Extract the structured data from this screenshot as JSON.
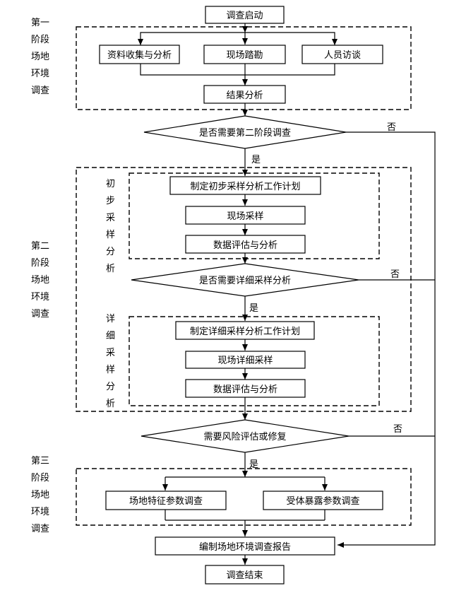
{
  "phase_labels": {
    "phase1": [
      "第一",
      "阶段",
      "场地",
      "环境",
      "调查"
    ],
    "phase2": [
      "第二",
      "阶段",
      "场地",
      "环境",
      "调查"
    ],
    "phase3": [
      "第三",
      "阶段",
      "场地",
      "环境",
      "调查"
    ]
  },
  "sub_labels": {
    "initial": [
      "初",
      "步",
      "采",
      "样",
      "分",
      "析"
    ],
    "detailed": [
      "详",
      "细",
      "采",
      "样",
      "分",
      "析"
    ]
  },
  "nodes": {
    "start": "调查启动",
    "collect": "资料收集与分析",
    "survey": "现场踏勘",
    "interview": "人员访谈",
    "result": "结果分析",
    "decision1": "是否需要第二阶段调查",
    "plan_initial": "制定初步采样分析工作计划",
    "sample": "现场采样",
    "eval1": "数据评估与分析",
    "decision2": "是否需要详细采样分析",
    "plan_detailed": "制定详细采样分析工作计划",
    "sample_detailed": "现场详细采样",
    "eval2": "数据评估与分析",
    "decision3": "需要风险评估或修复",
    "site_param": "场地特征参数调查",
    "receptor_param": "受体暴露参数调查",
    "report": "编制场地环境调查报告",
    "end": "调查结束"
  },
  "branch_labels": {
    "yes1": "是",
    "no1": "否",
    "yes2": "是",
    "no2": "否",
    "yes3": "是",
    "no3": "否"
  }
}
